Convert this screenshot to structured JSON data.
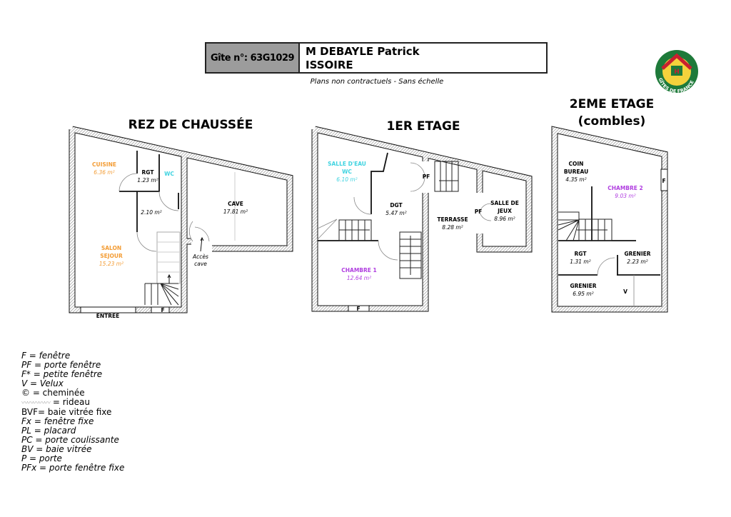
{
  "header": {
    "gite_number": "Gîte n°: 63G1029",
    "owner": "M DEBAYLE Patrick",
    "town": "ISSOIRE",
    "subtitle": "Plans non contractuels - Sans échelle"
  },
  "logo": {
    "text": "GÎTES DE FRANCE",
    "colors": {
      "green": "#1e7a3a",
      "yellow": "#f4d23c",
      "red": "#c8202f"
    }
  },
  "colors": {
    "orange": "#f39c34",
    "cyan": "#3fd3e0",
    "purple": "#b03ee0"
  },
  "plans": {
    "rdc": {
      "title": "REZ DE CHAUSSÉE",
      "cuisine": {
        "name": "CUISINE",
        "area": "6.36 m²"
      },
      "rgt": {
        "name": "RGT",
        "area": "1.23 m²"
      },
      "wc": {
        "name": "WC"
      },
      "hall": {
        "area": "2.10 m²"
      },
      "cave": {
        "name": "CAVE",
        "area": "17.81 m²"
      },
      "salon": {
        "name1": "SALON",
        "name2": "SEJOUR",
        "area": "15.23 m²"
      },
      "acces": {
        "line1": "Accès",
        "line2": "cave"
      },
      "entree": "ENTRÉE",
      "window": "F"
    },
    "etage1": {
      "title": "1ER ETAGE",
      "salle_eau": {
        "name1": "SALLE D'EAU",
        "name2": "WC",
        "area": "6.10 m²"
      },
      "dgt": {
        "name": "DGT",
        "area": "5.47 m²"
      },
      "terrasse": {
        "name": "TERRASSE",
        "area": "8.28 m²"
      },
      "pf1": "PF",
      "pf2": "PF",
      "salle_jeux": {
        "name1": "SALLE DE",
        "name2": "JEUX",
        "area": "8.96 m²"
      },
      "chambre1": {
        "name": "CHAMBRE 1",
        "area": "12.64 m²"
      },
      "window": "F"
    },
    "etage2": {
      "title1": "2EME ETAGE",
      "title2": "(combles)",
      "coin_bureau": {
        "name1": "COIN",
        "name2": "BUREAU",
        "area": "4.35 m²"
      },
      "chambre2": {
        "name": "CHAMBRE 2",
        "area": "9.03 m²"
      },
      "rgt": {
        "name": "RGT",
        "area": "1.31 m²"
      },
      "grenier1": {
        "name": "GRENIER",
        "area": "2.23 m²"
      },
      "grenier2": {
        "name": "GRENIER",
        "area": "6.95 m²"
      },
      "velux": "V",
      "window": "F"
    }
  },
  "legend": [
    "F = fenêtre",
    "PF = porte fenêtre",
    "F* = petite fenêtre",
    "V = Velux",
    "© = cheminée",
    "= rideau",
    "BVF= baie vitrée fixe",
    "Fx = fenêtre fixe",
    "PL = placard",
    "PC = porte coulissante",
    "BV = baie vitrée",
    "P = porte",
    "PFx = porte fenêtre fixe"
  ]
}
